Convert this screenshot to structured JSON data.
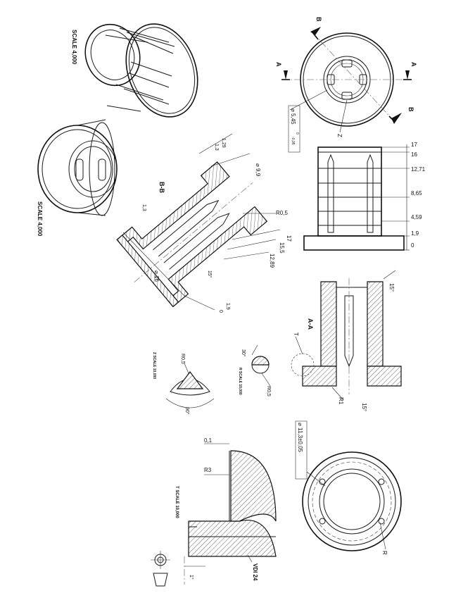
{
  "view_top_right": {
    "section_a_left": "A",
    "section_a_right": "A",
    "section_b_top": "B",
    "section_b_bottom": "B",
    "diameter_label": "⌀ 5,45",
    "diameter_tol_upper": "0",
    "diameter_tol_lower": "-0,05",
    "detail_z": "Z"
  },
  "view_side_right": {
    "dims": [
      "17",
      "16",
      "12,71",
      "8,65",
      "4,59",
      "1,9",
      "0"
    ]
  },
  "iso_top": {
    "scale": "SCALE 4,000"
  },
  "iso_bottom": {
    "scale": "SCALE 4,000"
  },
  "section_bb": {
    "title": "B-B",
    "d1": "1,29",
    "d2": "1,3",
    "d3": "⌀ 9,9",
    "d4": "1,3",
    "r": "R0,5",
    "d5": "17",
    "d6": "15,5",
    "d7": "12,89",
    "d8": "⌀ 16",
    "angle": "15°",
    "d9": "1,9",
    "d10": "0"
  },
  "section_aa": {
    "title": "A-A",
    "angle_top": "15°",
    "detail_t": "T",
    "r1": "R1",
    "angle_bottom": "15°"
  },
  "detail_z_view": {
    "label": "Z SCALE 10,000",
    "r": "R0,5",
    "angle": "90°"
  },
  "detail_r_view": {
    "label": "R SCALE 10,000",
    "angle": "30°",
    "r": "R0,5"
  },
  "bottom_view": {
    "diameter": "⌀ 11,3±0,05",
    "detail_r": "R"
  },
  "detail_t_view": {
    "label": "T SCALE 10,000",
    "d1": "0,1",
    "r": "R3",
    "surface": "VDI 24",
    "angle": "1°"
  }
}
